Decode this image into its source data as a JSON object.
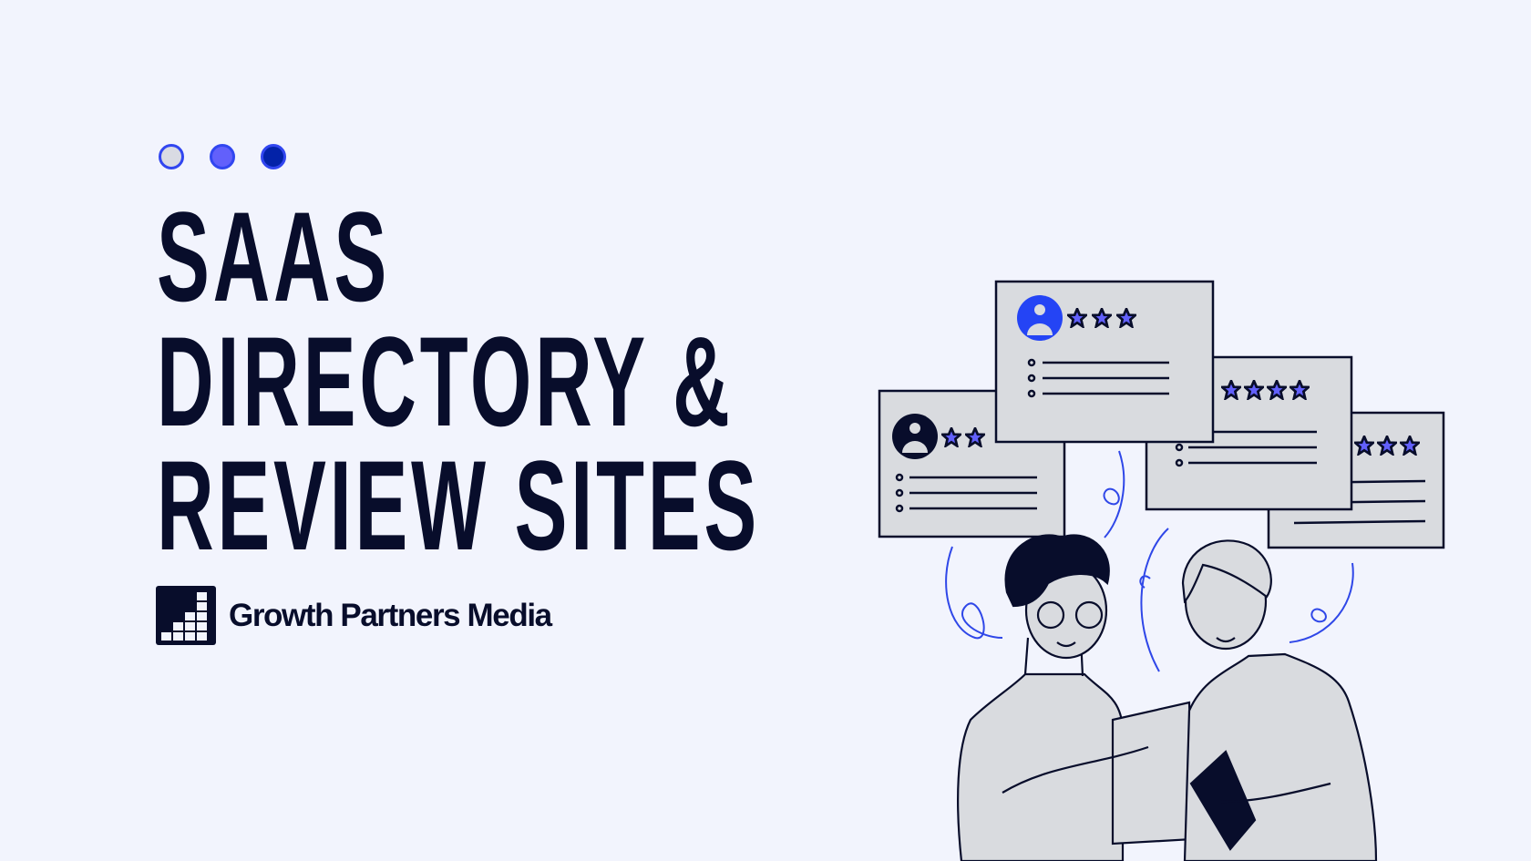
{
  "colors": {
    "background": "#f2f4fd",
    "title": "#080d2b",
    "dots": [
      "#d9dbe3",
      "#6260fb",
      "#0322a8"
    ],
    "dot_border": "#3146f0",
    "star": "#6260fb",
    "card": "#d9dbdf"
  },
  "title": {
    "lines": [
      "SAAS",
      "DIRECTORY &",
      "REVIEW SITES"
    ]
  },
  "brand": {
    "name": "Growth Partners Media",
    "icon": "bar-steps-logo-icon"
  },
  "illustration": {
    "review_cards": [
      {
        "stars": 2,
        "avatar": "dark"
      },
      {
        "stars": 3,
        "avatar": "blue"
      },
      {
        "stars": 4
      },
      {
        "stars": 3
      }
    ]
  }
}
